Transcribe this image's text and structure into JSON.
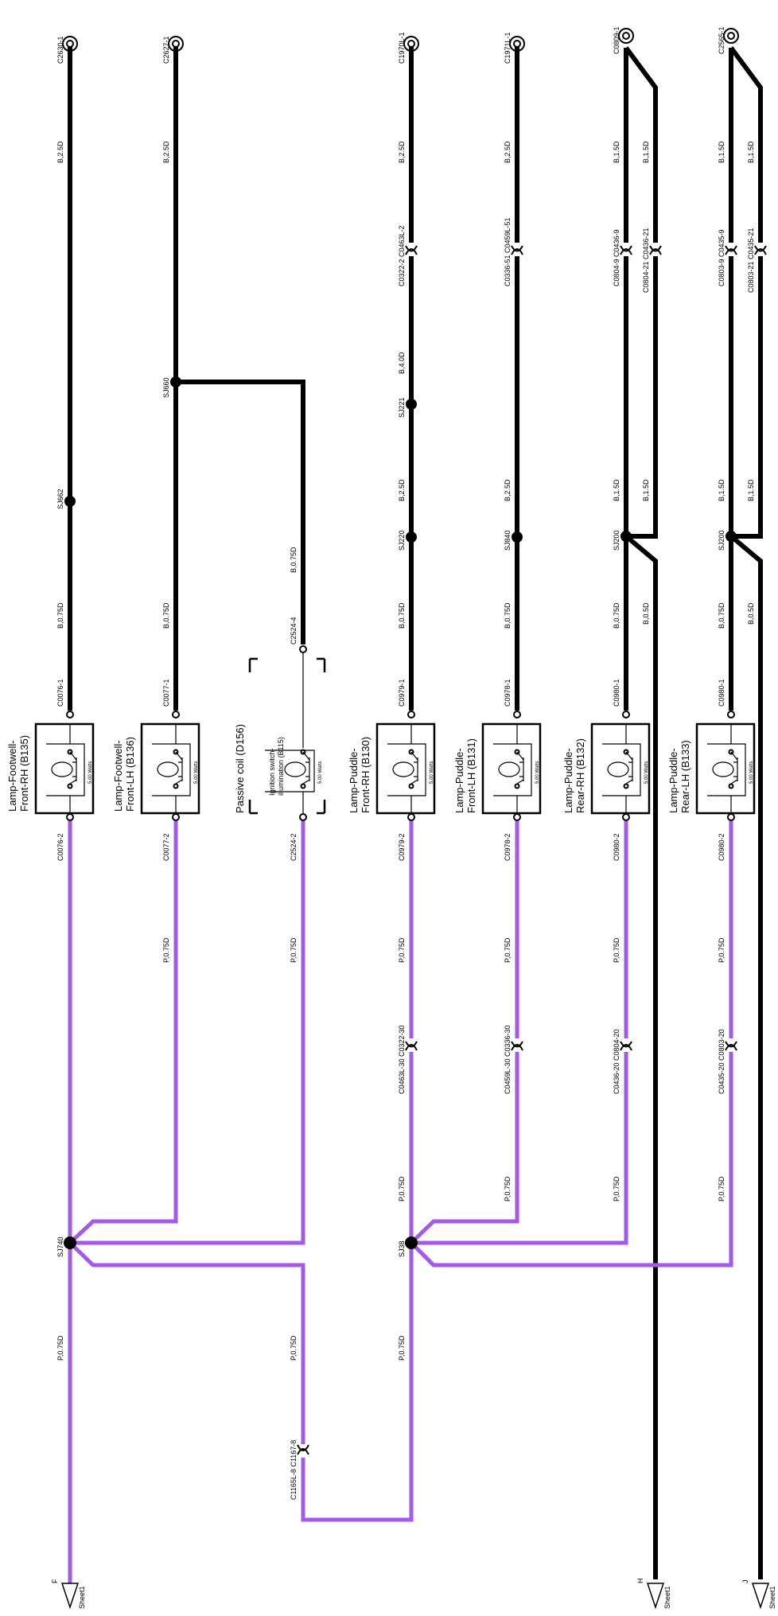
{
  "columns": [
    {
      "id": "c1",
      "top_connector": "C2630-1",
      "top_wire": "B,2.5D",
      "mid_splice": "SJ662",
      "mid_wire": "B,0.75D",
      "lamp_top_pin": "C0076-1",
      "lamp_name_line1": "Lamp-Footwell-",
      "lamp_name_line2": "Front-RH (B135)",
      "watts": "5.00 Watts",
      "lamp_bottom_pin": "C0076-2",
      "p_wire": "P,0.75D"
    },
    {
      "id": "c2",
      "top_connector": "C2627-1",
      "top_wire": "B,2.5D",
      "mid_splice": "SJ660",
      "mid_wire": "B,0.75D",
      "lamp_top_pin": "C0077-1",
      "lamp_name_line1": "Lamp-Footwell-",
      "lamp_name_line2": "Front-LH (B136)",
      "watts": "5.00 Watts",
      "lamp_bottom_pin": "C0077-2",
      "p_wire": "P,0.75D"
    },
    {
      "id": "c3",
      "branch_wire": "B,0.75D",
      "lamp_top_pin": "C2524-4",
      "lamp_name_line1": "Passive coil (D156)",
      "sub_name_line1": "Ignition switch-",
      "sub_name_line2": "illumination (B115)",
      "watts": "5.00 Watts",
      "lamp_bottom_pin": "C2524-2",
      "p_wire": "P,0.75D",
      "p_wire_lower": "P,0.75D",
      "inline_connector": "C1165L-8 C1167-8"
    },
    {
      "id": "c4",
      "top_connector": "C1970L-1",
      "top_wire": "B,2.5D",
      "inline_connector": "C0322-2 C0463L-2",
      "wire_a": "B,4.0D",
      "splice_a": "SJ221",
      "wire_b": "B,2.5D",
      "splice_b": "SJ220",
      "mid_wire": "B,0.75D",
      "lamp_top_pin": "C0979-1",
      "lamp_name_line1": "Lamp-Puddle-",
      "lamp_name_line2": "Front-RH (B130)",
      "watts": "5.00 Watts",
      "lamp_bottom_pin": "C0979-2",
      "p_wire": "P,0.75D",
      "p_inline": "C0463L-30 C0322-30",
      "p_wire_b": "P,0.75D",
      "p_wire_lower": "P,0.75D"
    },
    {
      "id": "c5",
      "top_connector": "C1971L-1",
      "top_wire": "B,2.5D",
      "inline_connector": "C0336-51 C0459L-51",
      "wire_b": "B,2.5D",
      "splice_b": "SJ840",
      "mid_wire": "B,0.75D",
      "lamp_top_pin": "C0978-1",
      "lamp_name_line1": "Lamp-Puddle-",
      "lamp_name_line2": "Front-LH (B131)",
      "watts": "5.00 Watts",
      "lamp_bottom_pin": "C0978-2",
      "p_wire": "P,0.75D",
      "p_inline": "C0459L-30 C0336-30",
      "p_wire_b": "P,0.75D"
    },
    {
      "id": "c6",
      "top_connector": "C0809-1",
      "top_wire_a": "B,1.5D",
      "top_wire_b": "B,1.5D",
      "inline_a": "C0804-9 C0436-9",
      "inline_b": "C0804-21 C0436-21",
      "wire_a": "B,1.5D",
      "wire_b": "B,1.5D",
      "splice": "SJ200",
      "mid_wire_a": "B,0.75D",
      "mid_wire_b": "B,0.5D",
      "lamp_top_pin": "C0980-1",
      "lamp_name_line1": "Lamp-Puddle-",
      "lamp_name_line2": "Rear-RH (B132)",
      "watts": "5.00 Watts",
      "lamp_bottom_pin": "C0980-2",
      "p_wire": "P,0.75D",
      "p_inline": "C0436-20 C0804-20",
      "p_wire_b": "P,0.75D"
    },
    {
      "id": "c7",
      "top_connector": "C2565-1",
      "top_wire_a": "B,1.5D",
      "top_wire_b": "B,1.5D",
      "inline_a": "C0803-9 C0435-9",
      "inline_b": "C0803-21 C0435-21",
      "wire_a": "B,1.5D",
      "wire_b": "B,1.5D",
      "splice": "SJ200",
      "mid_wire_a": "B,0.75D",
      "mid_wire_b": "B,0.5D",
      "lamp_top_pin": "C0980-1",
      "lamp_name_line1": "Lamp-Puddle-",
      "lamp_name_line2": "Rear-LH (B133)",
      "watts": "5.00 Watts",
      "lamp_bottom_pin": "C0980-2",
      "p_wire": "P,0.75D",
      "p_inline": "C0435-20 C0803-20",
      "p_wire_b": "P,0.75D"
    }
  ],
  "splices": {
    "left_main": "SJ740",
    "right_main": "SJ38"
  },
  "left_trunk_wire": "P,0.75D",
  "sheet_refs": [
    {
      "letter": "F",
      "sheet": "Sheet1"
    },
    {
      "letter": "H",
      "sheet": "Sheet1"
    },
    {
      "letter": "J",
      "sheet": "Sheet1"
    }
  ],
  "colors": {
    "black_wire": "#000000",
    "purple_wire": "#a35ae8"
  }
}
